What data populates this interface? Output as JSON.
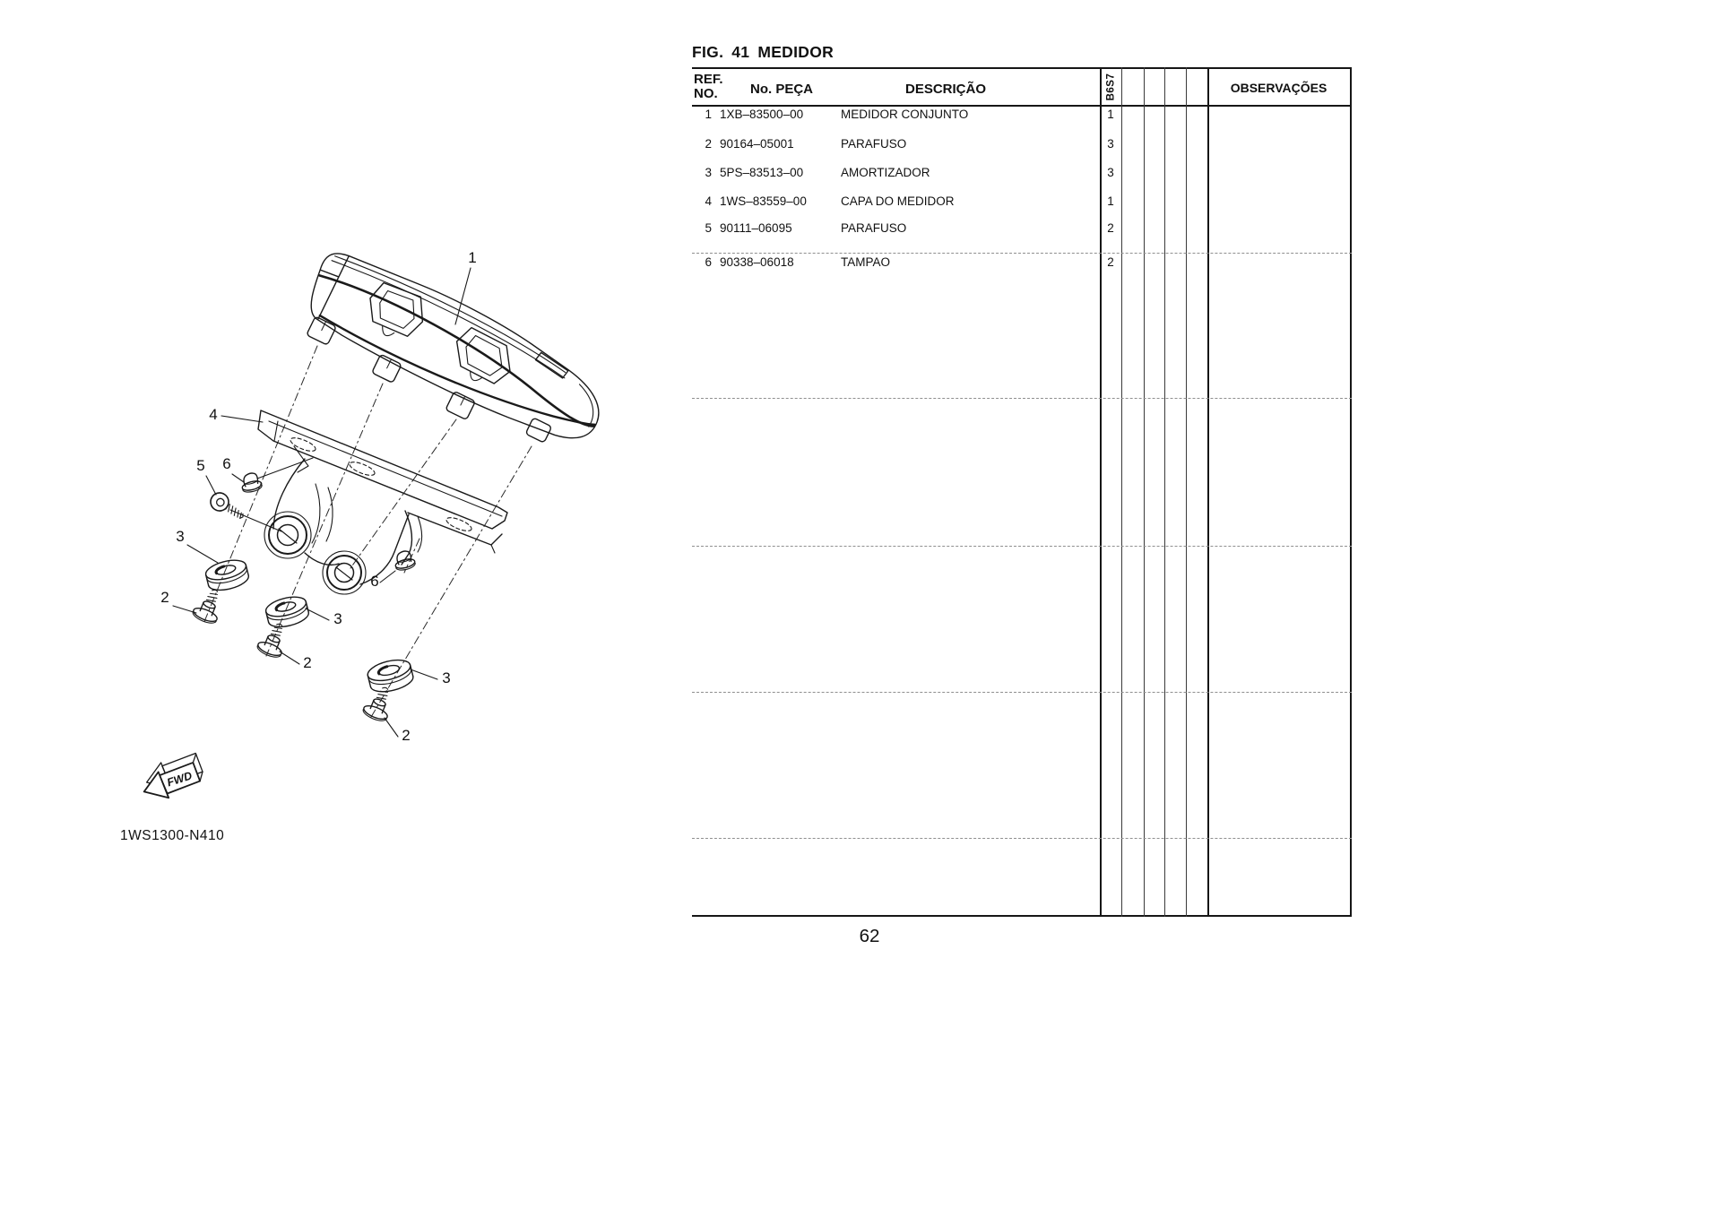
{
  "figure": {
    "fig_label": "FIG.",
    "fig_number": "41",
    "fig_title": "MEDIDOR"
  },
  "table": {
    "headers": {
      "ref_line1": "REF.",
      "ref_line2": "NO.",
      "part_no": "No. PEÇA",
      "description": "DESCRIÇÃO",
      "model_code": "B6S7",
      "observations": "OBSERVAÇÕES"
    },
    "rows": [
      {
        "ref": "1",
        "part_no": "1XB–83500–00",
        "description": "MEDIDOR CONJUNTO",
        "qty": "1"
      },
      {
        "ref": "2",
        "part_no": "90164–05001",
        "description": "PARAFUSO",
        "qty": "3"
      },
      {
        "ref": "3",
        "part_no": "5PS–83513–00",
        "description": "AMORTIZADOR",
        "qty": "3"
      },
      {
        "ref": "4",
        "part_no": "1WS–83559–00",
        "description": "CAPA DO MEDIDOR",
        "qty": "1"
      },
      {
        "ref": "5",
        "part_no": "90111–06095",
        "description": "PARAFUSO",
        "qty": "2"
      },
      {
        "ref": "6",
        "part_no": "90338–06018",
        "description": "TAMPAO",
        "qty": "2"
      }
    ]
  },
  "diagram": {
    "callouts": [
      "1",
      "4",
      "5",
      "6",
      "3",
      "2",
      "3",
      "2",
      "6",
      "3",
      "2"
    ],
    "fwd_label": "FWD",
    "drawing_code": "1WS1300-N410"
  },
  "footer": {
    "page_number": "62"
  },
  "colors": {
    "line": "#1a1a1a",
    "dashed_separator": "#8f8f8f",
    "background": "#ffffff",
    "text": "#111111"
  }
}
